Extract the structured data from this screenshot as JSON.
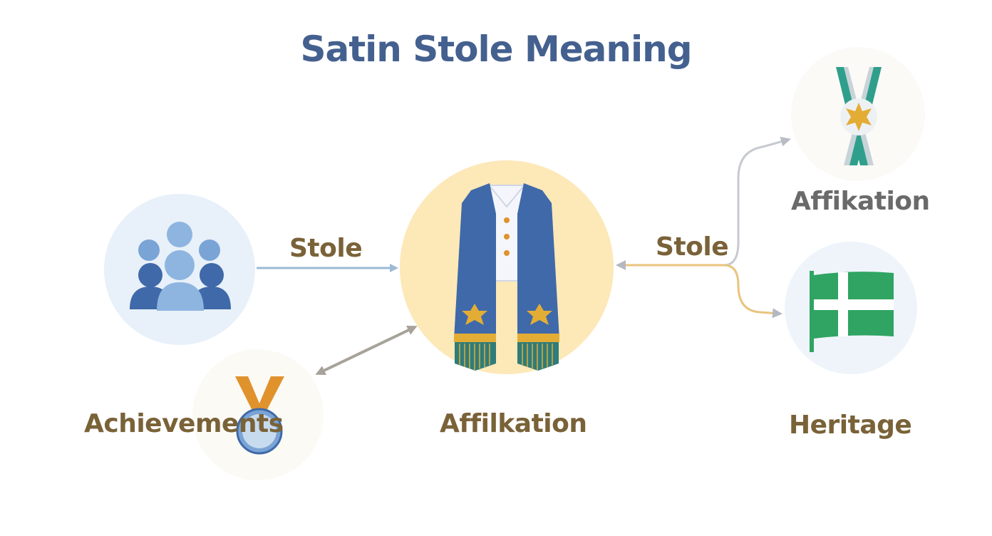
{
  "title": "Satin Stole Meaning",
  "labels": {
    "left_arrow": "Stole",
    "right_arrow": "Stole",
    "achievements": "Achievements",
    "center": "Affilkation",
    "top_right": "Affikation",
    "heritage": "Heritage"
  },
  "icons": {
    "community": "people-group-icon",
    "stole": "graduation-stole-icon",
    "medal": "medal-icon",
    "ribbon_award": "ribbon-award-icon",
    "flag": "flag-icon"
  },
  "colors": {
    "title": "#44608f",
    "label": "#7a6238",
    "label_grey": "#6a6a6a",
    "stole_blue": "#3f69a9",
    "gold": "#e3ad35",
    "flag_green": "#2fa463",
    "teal": "#2f9f8c",
    "medal_orange": "#e0922c",
    "center_circle": "#fde8b8",
    "community_circle": "#e8f0f9"
  }
}
